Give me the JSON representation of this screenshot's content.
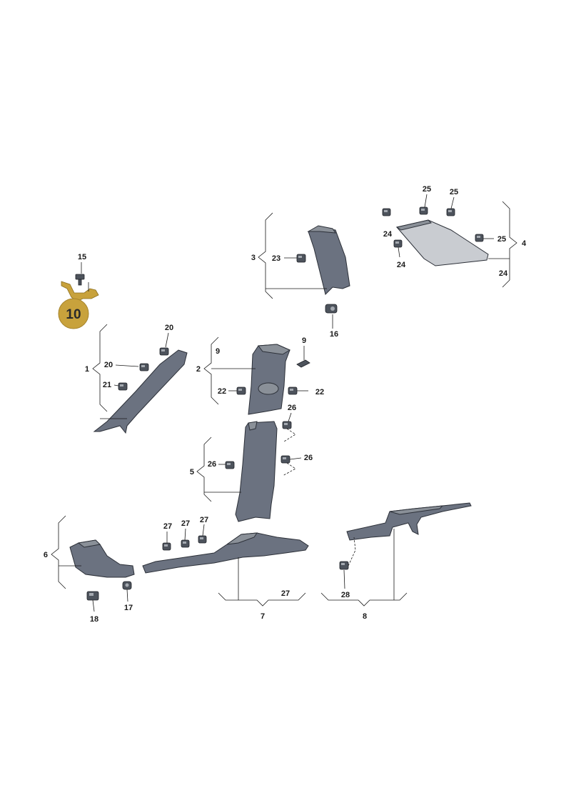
{
  "badge": {
    "label": "10",
    "color": "#c8a23c"
  },
  "callouts": {
    "c1": "1",
    "c2": "2",
    "c3": "3",
    "c4": "4",
    "c5": "5",
    "c6": "6",
    "c7": "7",
    "c8": "8",
    "c9a": "9",
    "c9b": "9",
    "c15": "15",
    "c16": "16",
    "c17": "17",
    "c18": "18",
    "c20a": "20",
    "c20b": "20",
    "c21": "21",
    "c22a": "22",
    "c22b": "22",
    "c23": "23",
    "c24a": "24",
    "c24b": "24",
    "c24c": "24",
    "c25a": "25",
    "c25b": "25",
    "c25c": "25",
    "c26a": "26",
    "c26b": "26",
    "c26c": "26",
    "c27a": "27",
    "c27b": "27",
    "c27c": "27",
    "c27d": "27",
    "c28": "28"
  },
  "colors": {
    "trim": "#6b7280",
    "trim_light": "#8a9098",
    "headliner_trim": "#c9ccd1",
    "highlight_bracket": "#c8a23c"
  }
}
